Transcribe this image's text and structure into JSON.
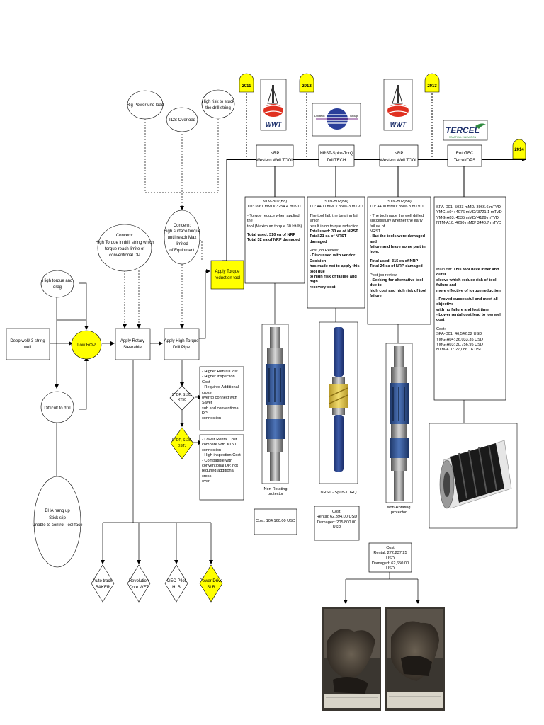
{
  "timeline": {
    "years": [
      "2011",
      "2012",
      "2013",
      "2014"
    ],
    "tools": [
      {
        "name": "NRP",
        "vendor": "Western Well TOOL"
      },
      {
        "name": "NRST-Spiro-TorQ",
        "vendor": "DrillTECH"
      },
      {
        "name": "NRP",
        "vendor": "Western Well TOOL"
      },
      {
        "name": "RotoTEC",
        "vendor": "Tercel/OPS"
      }
    ]
  },
  "logos": {
    "wwt": "WWT",
    "drilltech_left": "Drilltech",
    "drilltech_right": "Group",
    "tercel": "TERCEL",
    "tercel_tag": "PRACTICAL INNOVATION"
  },
  "flow": {
    "deep_well": [
      "Deep well/ 3 string",
      "well"
    ],
    "high_torque": [
      "High torque and",
      "drag"
    ],
    "difficult": "Difficult to drill",
    "bha": [
      "BHA hang up",
      "Stick slip",
      "Unable to control Tool face"
    ],
    "low_rop": "Low ROP",
    "rotary": [
      "Apply Rotary",
      "Steerable"
    ],
    "high_torque_dp": [
      "Apply High Torque",
      "Drill Pipe"
    ],
    "concern1": [
      "Concern:",
      "High Torque in drill string which",
      "torque reach limite of",
      "conventional DP"
    ],
    "concern2": [
      "Concern:",
      "High surface torque",
      "until reach Max",
      "limited",
      "of Equipment"
    ],
    "rig_power": "Rig Power und load",
    "tds": "TDS Overload",
    "stuck": [
      "High risk to stuck",
      "the drill string"
    ],
    "apply_torque": [
      "Apply Torque",
      "reduction tool"
    ],
    "xt50": [
      "5\" DP, S135,",
      "XT50"
    ],
    "dsti": [
      "5\" DP, S135,",
      "DSTJ"
    ],
    "rss": [
      [
        "Auto track",
        "BAKER"
      ],
      [
        "Revolution",
        "Core WFT"
      ],
      [
        "GEO Pilot",
        "HLB"
      ],
      [
        "Power Drive",
        "SLB"
      ]
    ]
  },
  "xt50_notes": [
    "- Higher Rental Cost",
    "- Higher inspection Cost",
    "- Required Additional cross-",
    "over to connect with Saver",
    "sub and conventional DP",
    "connection"
  ],
  "dsti_notes": [
    "- Lower Rental Cost",
    "compare with XT50",
    "connection",
    "- High inspection Cost",
    "- Compatible with",
    "conventional DP, not",
    "requried additional cross",
    "over"
  ],
  "wells": {
    "ntm": {
      "title": "NTM-B02(B8)",
      "td": "TD: 3961 mMD/ 3254.4 mTVD",
      "note1": "- Torque reduce when applied the",
      "note2": "tool (Maximum torque 30 kft-lb)",
      "used1": "Total used: 310 ea of NRP",
      "used2": "Total 32 ea of NRP damaged"
    },
    "stn1": {
      "title": "STN-B02(B8)",
      "td": "TD: 4400 mMD/ 3506.3 mTVD",
      "note1": "The tool fail, the bearing fail which",
      "note2": "result in no torque reduction.",
      "used1": "Total used: 30 ea of NRST",
      "used2": "Total 21 ea of NRST damaged",
      "review": "Post job Review:",
      "r1": "- Discussed with vendor. Decision",
      "r2": "has made not to apply this tool due",
      "r3": "to high risk of failure and high",
      "r4": "recovery cost"
    },
    "stn2": {
      "title": "STN-B02(B8)",
      "td": "TD: 4400 mMD/ 3506.3 mTVD",
      "n1": "- The tool made the well drilled",
      "n2": "successfully whether the early failure of",
      "n3": "NRST.",
      "n4": "- But the tools were damaged and",
      "n5": "failure and leave some part in hole.",
      "used1": "Total used: 315 ea of NRP",
      "used2": "Total 24 ea of NRP damaged",
      "review": "Post job review:",
      "r1": "- Seeking for alternative tool due to",
      "r2": "high cost and high risk of tool failure."
    },
    "roto": {
      "l1": "SPA-D01: 5033 mMD/ 3966.6 mTVD",
      "l2": "YMG-A04: 4076 mMD/ 3721.1 mTVD",
      "l3": "YMG-A03: 4535 mMD/ 4129 mTVD",
      "l4": "NTM-A10: 4260 mMD/ 3440.7 mTVD"
    }
  },
  "main_diff": {
    "label": "Main diff:",
    "d1": "This tool have inner and outer",
    "d2": "sleeve which reduce risk of tool failure and",
    "d3": "more effective of torque reduction",
    "p1": "- Proved successful and meet all objective",
    "p2": "with no failure and lost time",
    "p3": "- Lower rental cost lead to low well cost",
    "cost": "Cost:",
    "c1": "SPA-D01: 46,542.32 USD",
    "c2": "YMG-A04: 36,033.35 USD",
    "c3": "YMG-A03: 30,756.95 USD",
    "c4": "NTM-A10: 27,086.16 USD"
  },
  "captions": {
    "nrp1": [
      "Non-Rotating",
      "protector"
    ],
    "nrst": "NRST - Spiro-TORQ",
    "nrp2": [
      "Non-Rotating",
      "protector"
    ]
  },
  "costs": {
    "nrp1": "Cost: 104,160.00 USD",
    "nrst": [
      "Cost:",
      "Rental: 62,394.00 USD",
      "Damaged: 205,800.00 USD"
    ],
    "nrp2": [
      "Cost",
      "Rental: 272,237.25 USD",
      "Damaged: 62,650.00 USD"
    ]
  },
  "colors": {
    "highlight": "#ffff00",
    "tool_blue": "#2a4c8a",
    "line": "#000000"
  }
}
